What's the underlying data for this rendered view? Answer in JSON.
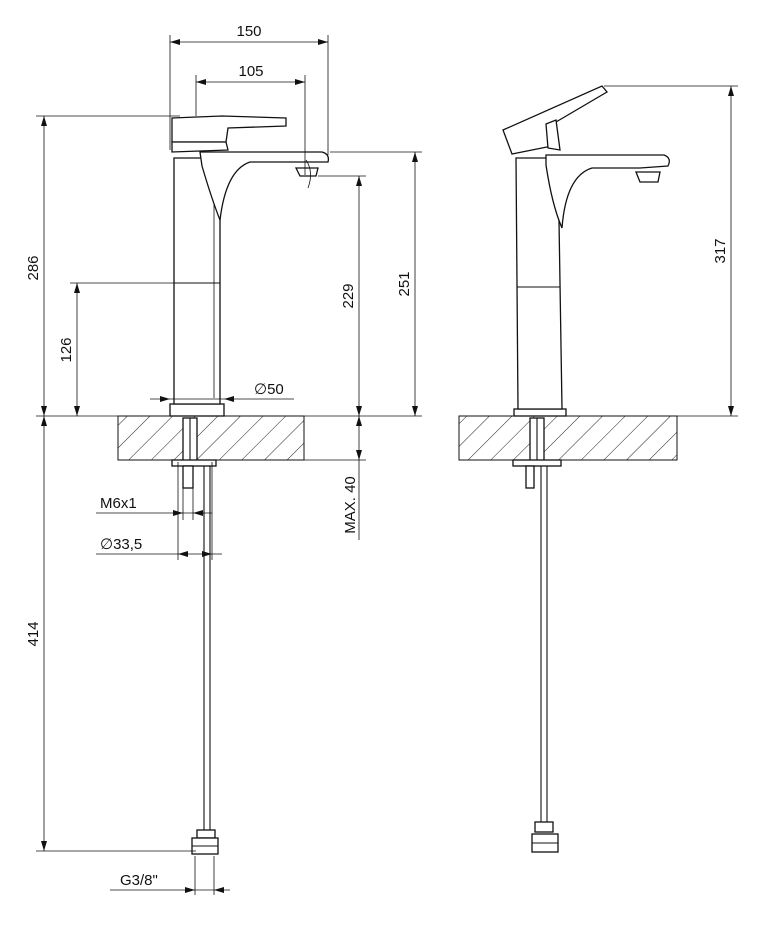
{
  "dimensions": {
    "width_overall": "150",
    "width_spout": "105",
    "height_total": "286",
    "height_to_spout_top": "251",
    "height_to_outlet": "229",
    "height_to_joint": "126",
    "body_diameter": "∅50",
    "max_deck": "MAX. 40",
    "thread": "M6x1",
    "hole_diameter": "∅33,5",
    "hose_length": "414",
    "connection": "G3/8\"",
    "height_side_view": "317"
  }
}
